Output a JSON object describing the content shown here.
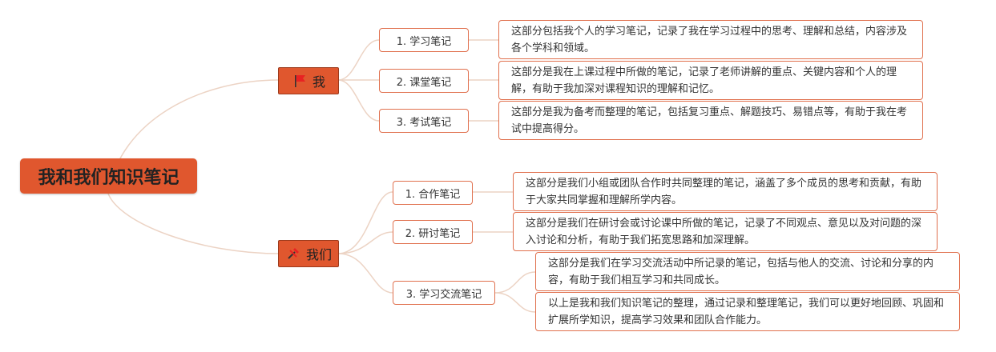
{
  "root": {
    "label": "我和我们知识笔记"
  },
  "branches": [
    {
      "label": "我",
      "icon": "red-flag-icon",
      "children": [
        {
          "label": "1. 学习笔记",
          "note": "这部分包括我个人的学习笔记，记录了我在学习过程中的思考、理解和总结，内容涉及各个学科和领域。"
        },
        {
          "label": "2. 课堂笔记",
          "note": "这部分是我在上课过程中所做的笔记，记录了老师讲解的重点、关键内容和个人的理解，有助于我加深对课程知识的理解和记忆。"
        },
        {
          "label": "3. 考试笔记",
          "note": "这部分是我为备考而整理的笔记，包括复习重点、解题技巧、易错点等，有助于我在考试中提高得分。"
        }
      ]
    },
    {
      "label": "我们",
      "icon": "tools-icon",
      "children": [
        {
          "label": "1. 合作笔记",
          "note": "这部分是我们小组或团队合作时共同整理的笔记，涵盖了多个成员的思考和贡献，有助于大家共同掌握和理解所学内容。"
        },
        {
          "label": "2. 研讨笔记",
          "note": "这部分是我们在研讨会或讨论课中所做的笔记，记录了不同观点、意见以及对问题的深入讨论和分析，有助于我们拓宽思路和加深理解。"
        },
        {
          "label": "3. 学习交流笔记",
          "note": "这部分是我们在学习交流活动中所记录的笔记，包括与他人的交流、讨论和分享的内容，有助于我们相互学习和共同成长。",
          "note2": "以上是我和我们知识笔记的整理，通过记录和整理笔记，我们可以更好地回顾、巩固和扩展所学知识，提高学习效果和团队合作能力。"
        }
      ]
    }
  ],
  "colors": {
    "accent": "#e0572e",
    "border": "#e0704e",
    "edge": "#ecd3c4"
  }
}
